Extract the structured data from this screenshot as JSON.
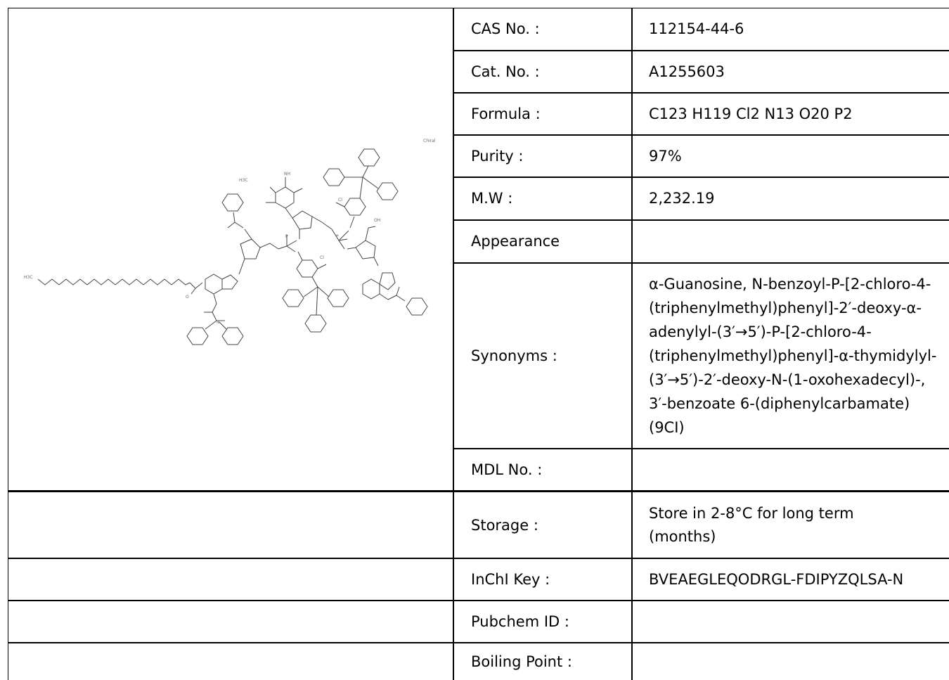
{
  "molecule": {
    "atom_labels": {
      "chiral": "Chiral",
      "ch3_left": "H3C",
      "ch3_thymine": "H3C",
      "oxygen": "O",
      "nitrogen": "N",
      "nh": "NH",
      "chlorine": "Cl",
      "phosphorus": "P",
      "oh": "OH"
    }
  },
  "properties": [
    {
      "label": "CAS No. :",
      "value": "112154-44-6"
    },
    {
      "label": "Cat. No. :",
      "value": "A1255603"
    },
    {
      "label": "Formula :",
      "value": "C123 H119 Cl2 N13 O20 P2"
    },
    {
      "label": "Purity :",
      "value": "97%"
    },
    {
      "label": "M.W :",
      "value": "2,232.19"
    },
    {
      "label": "Appearance",
      "value": ""
    },
    {
      "label": "Synonyms :",
      "value": "α-Guanosine, N-benzoyl-P-[2-chloro-4-(triphenylmethyl)phenyl]-2′-deoxy-α-adenylyl-(3′→5′)-P-[2-chloro-4-(triphenylmethyl)phenyl]-α-thymidylyl-(3′→5′)-2′-deoxy-N-(1-oxohexadecyl)-, 3′-benzoate 6-(diphenylcarbamate) (9CI)"
    },
    {
      "label": "MDL No. :",
      "value": ""
    },
    {
      "label": "Storage :",
      "value": "Store in 2-8°C for long term (months)"
    },
    {
      "label": "InChI Key :",
      "value": "BVEAEGLEQODRGL-FDIPYZQLSA-N"
    },
    {
      "label": "Pubchem ID :",
      "value": ""
    },
    {
      "label": "Boiling Point :",
      "value": ""
    }
  ]
}
